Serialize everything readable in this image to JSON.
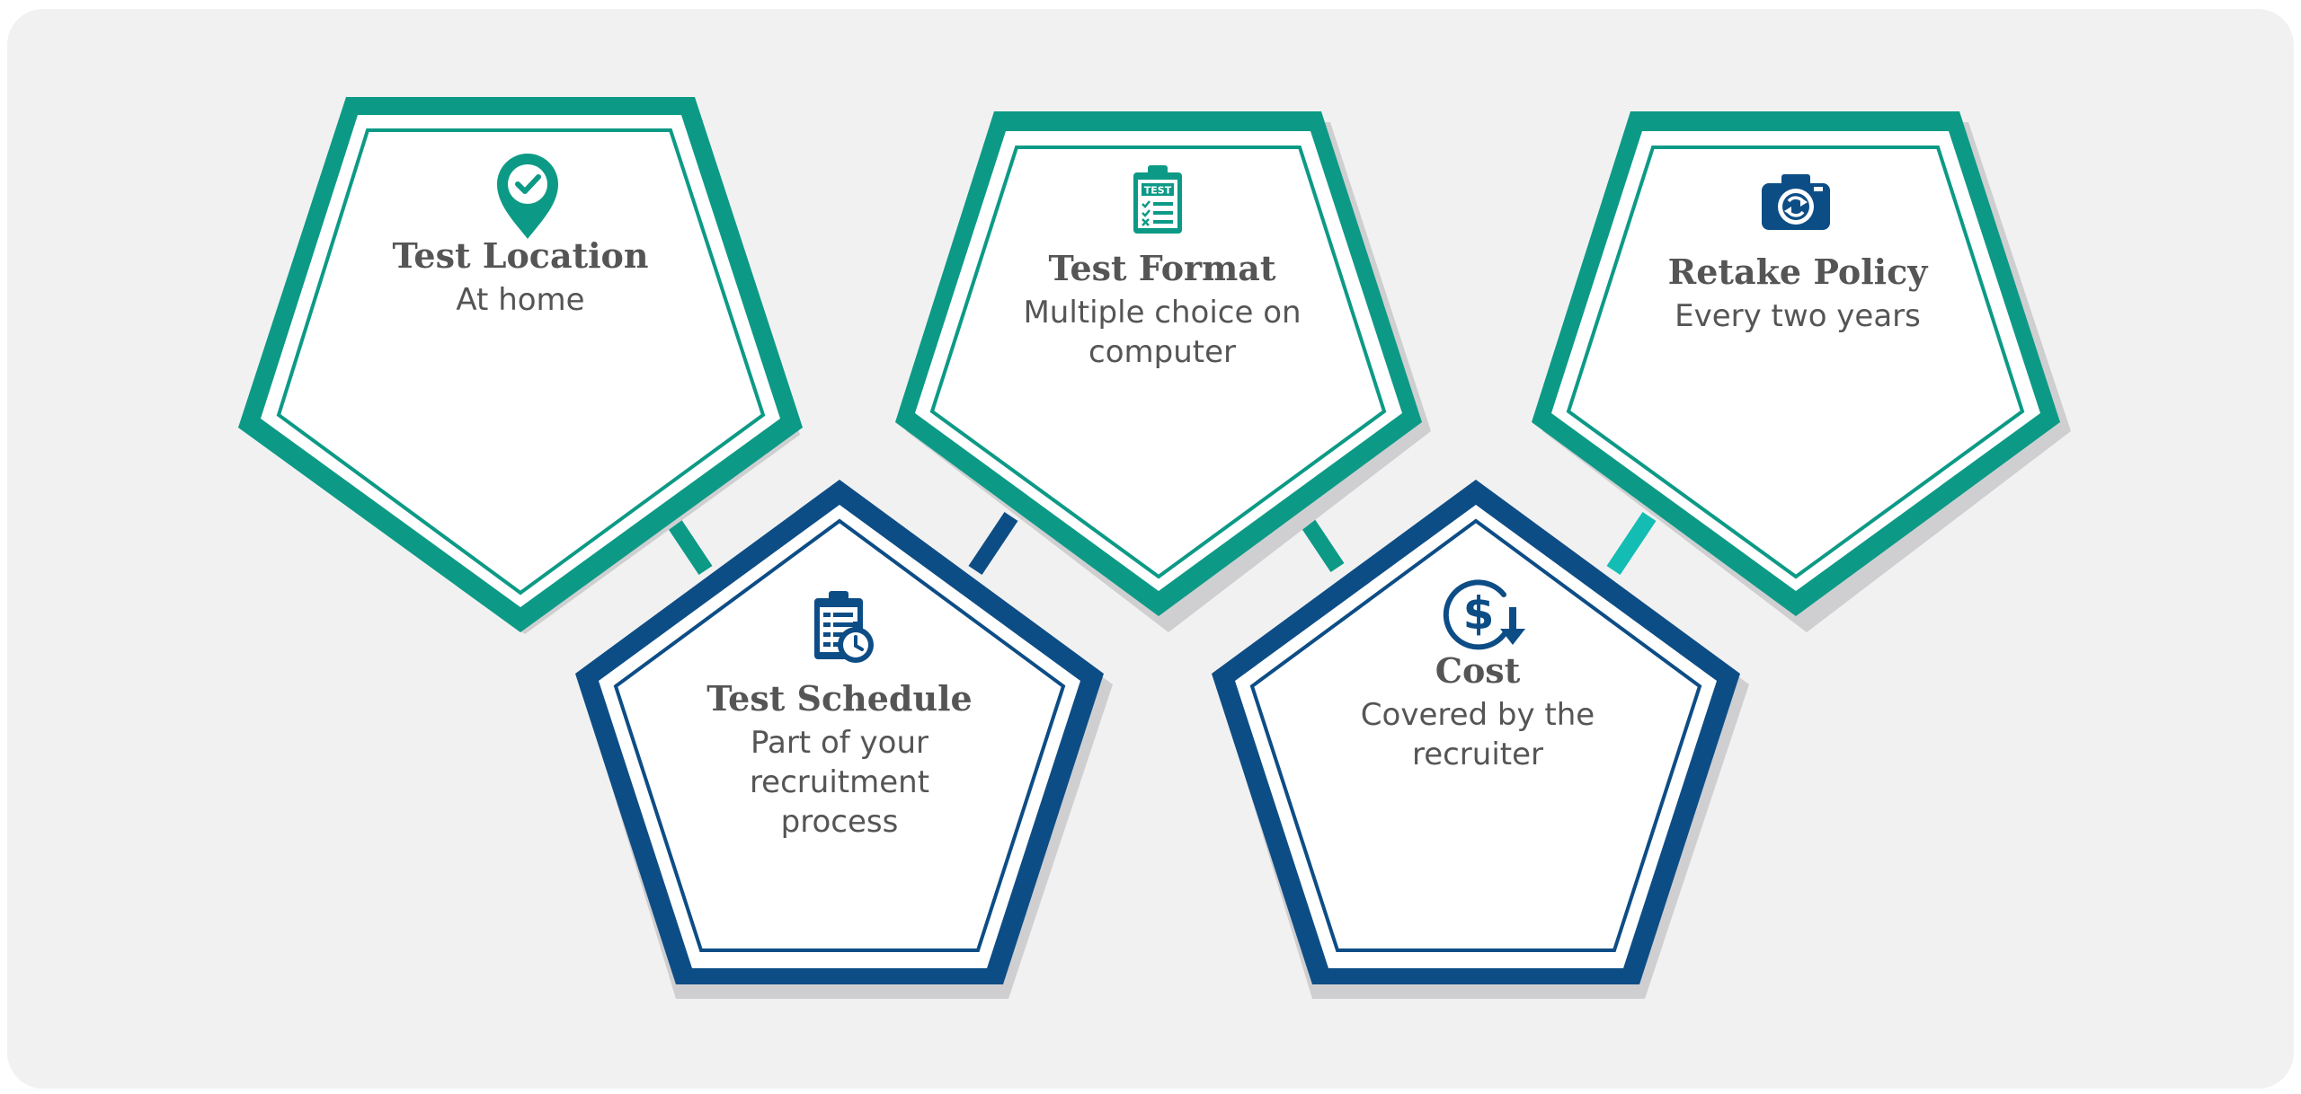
{
  "colors": {
    "teal": "#0c9a86",
    "navy": "#0d4d86",
    "connector_light": "#13bdb3",
    "shadow": "#cfcfd1",
    "fill": "#ffffff",
    "text": "#555555"
  },
  "cards": [
    {
      "id": "test-location",
      "title": "Test Location",
      "desc": "At home",
      "icon": "location-check-icon",
      "color": "teal",
      "orientation": "down"
    },
    {
      "id": "test-schedule",
      "title": "Test Schedule",
      "desc": "Part of your recruitment process",
      "icon": "clipboard-stopwatch-icon",
      "color": "navy",
      "orientation": "up"
    },
    {
      "id": "test-format",
      "title": "Test Format",
      "desc": "Multiple choice on computer",
      "icon": "test-clipboard-icon",
      "color": "teal",
      "orientation": "down"
    },
    {
      "id": "cost",
      "title": "Cost",
      "desc": "Covered by the recruiter",
      "icon": "dollar-down-icon",
      "color": "navy",
      "orientation": "up"
    },
    {
      "id": "retake-policy",
      "title": "Retake Policy",
      "desc": "Every two years",
      "icon": "camera-refresh-icon",
      "color": "teal",
      "orientation": "down"
    }
  ]
}
